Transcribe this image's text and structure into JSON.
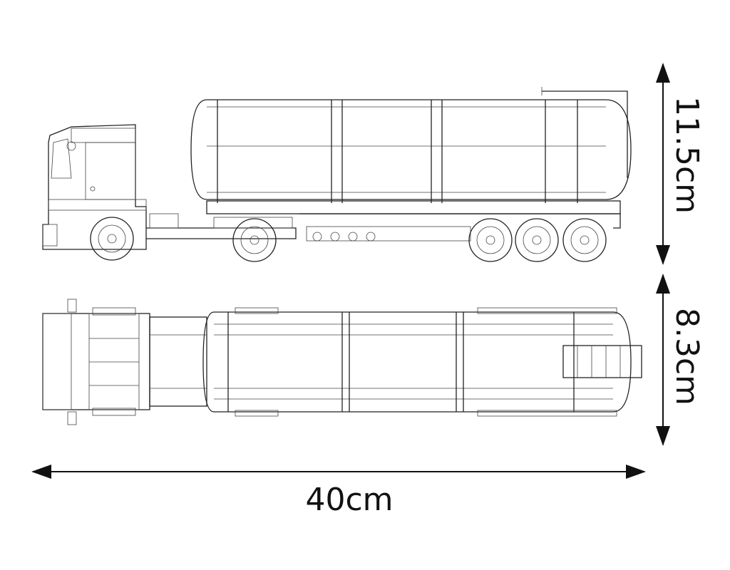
{
  "dimensions": {
    "height": "11.5cm",
    "width": "8.3cm",
    "length": "40cm"
  },
  "colors": {
    "line": "#222222",
    "background": "#ffffff"
  }
}
